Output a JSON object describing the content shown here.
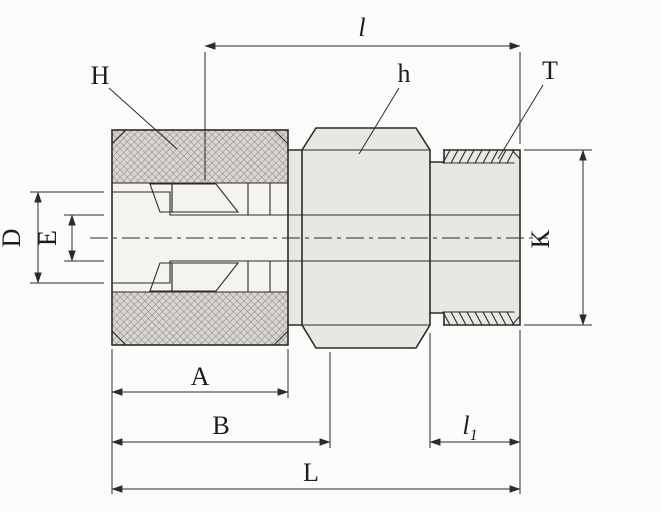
{
  "drawing": {
    "labels": {
      "H": "H",
      "h": "h",
      "T": "T",
      "l": "l",
      "D": "D",
      "E": "E",
      "K": "K",
      "A": "A",
      "B": "B",
      "L": "L",
      "l1_main": "l",
      "l1_sub": "1"
    },
    "colors": {
      "background": "#fbfbf9",
      "line": "#2b2b2b",
      "body_fill": "#e9e7e2",
      "cutaway_fill": "#f4f3f0",
      "hatch_fill": "#d9d6d1",
      "ferrule_fill": "#dbd9d4"
    }
  }
}
